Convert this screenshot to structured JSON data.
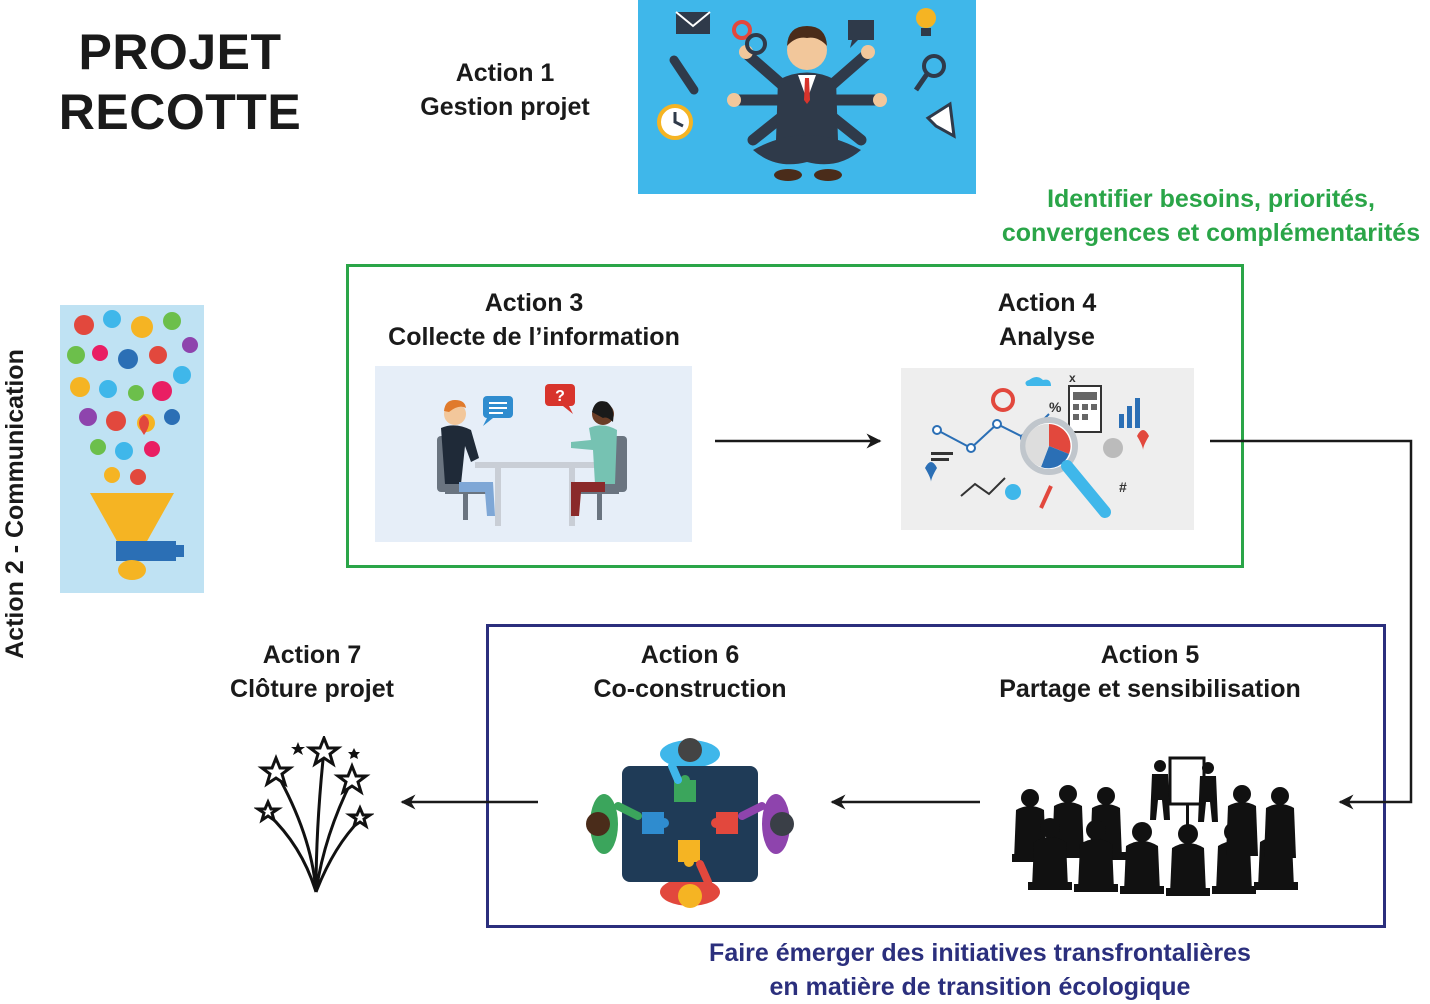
{
  "title": {
    "line1": "PROJET",
    "line2": "RECOTTE"
  },
  "vertical_label": "Action 2 - Communication",
  "actions": {
    "a1": {
      "number": "Action 1",
      "name": "Gestion projet"
    },
    "a3": {
      "number": "Action 3",
      "name": "Collecte de l’information"
    },
    "a4": {
      "number": "Action 4",
      "name": "Analyse"
    },
    "a5": {
      "number": "Action 5",
      "name": "Partage et sensibilisation"
    },
    "a6": {
      "number": "Action 6",
      "name": "Co-construction"
    },
    "a7": {
      "number": "Action 7",
      "name": "Clôture projet"
    }
  },
  "goals": {
    "green": {
      "line1": "Identifier besoins, priorités,",
      "line2": "convergences et complémentarités",
      "color": "#2aa548"
    },
    "blue": {
      "line1": "Faire émerger des initiatives transfrontalières",
      "line2": "en matière de transition écologique",
      "color": "#2b2f7d"
    }
  },
  "colors": {
    "arrow": "#1a1a1a",
    "sky": "#3fb7ea"
  }
}
